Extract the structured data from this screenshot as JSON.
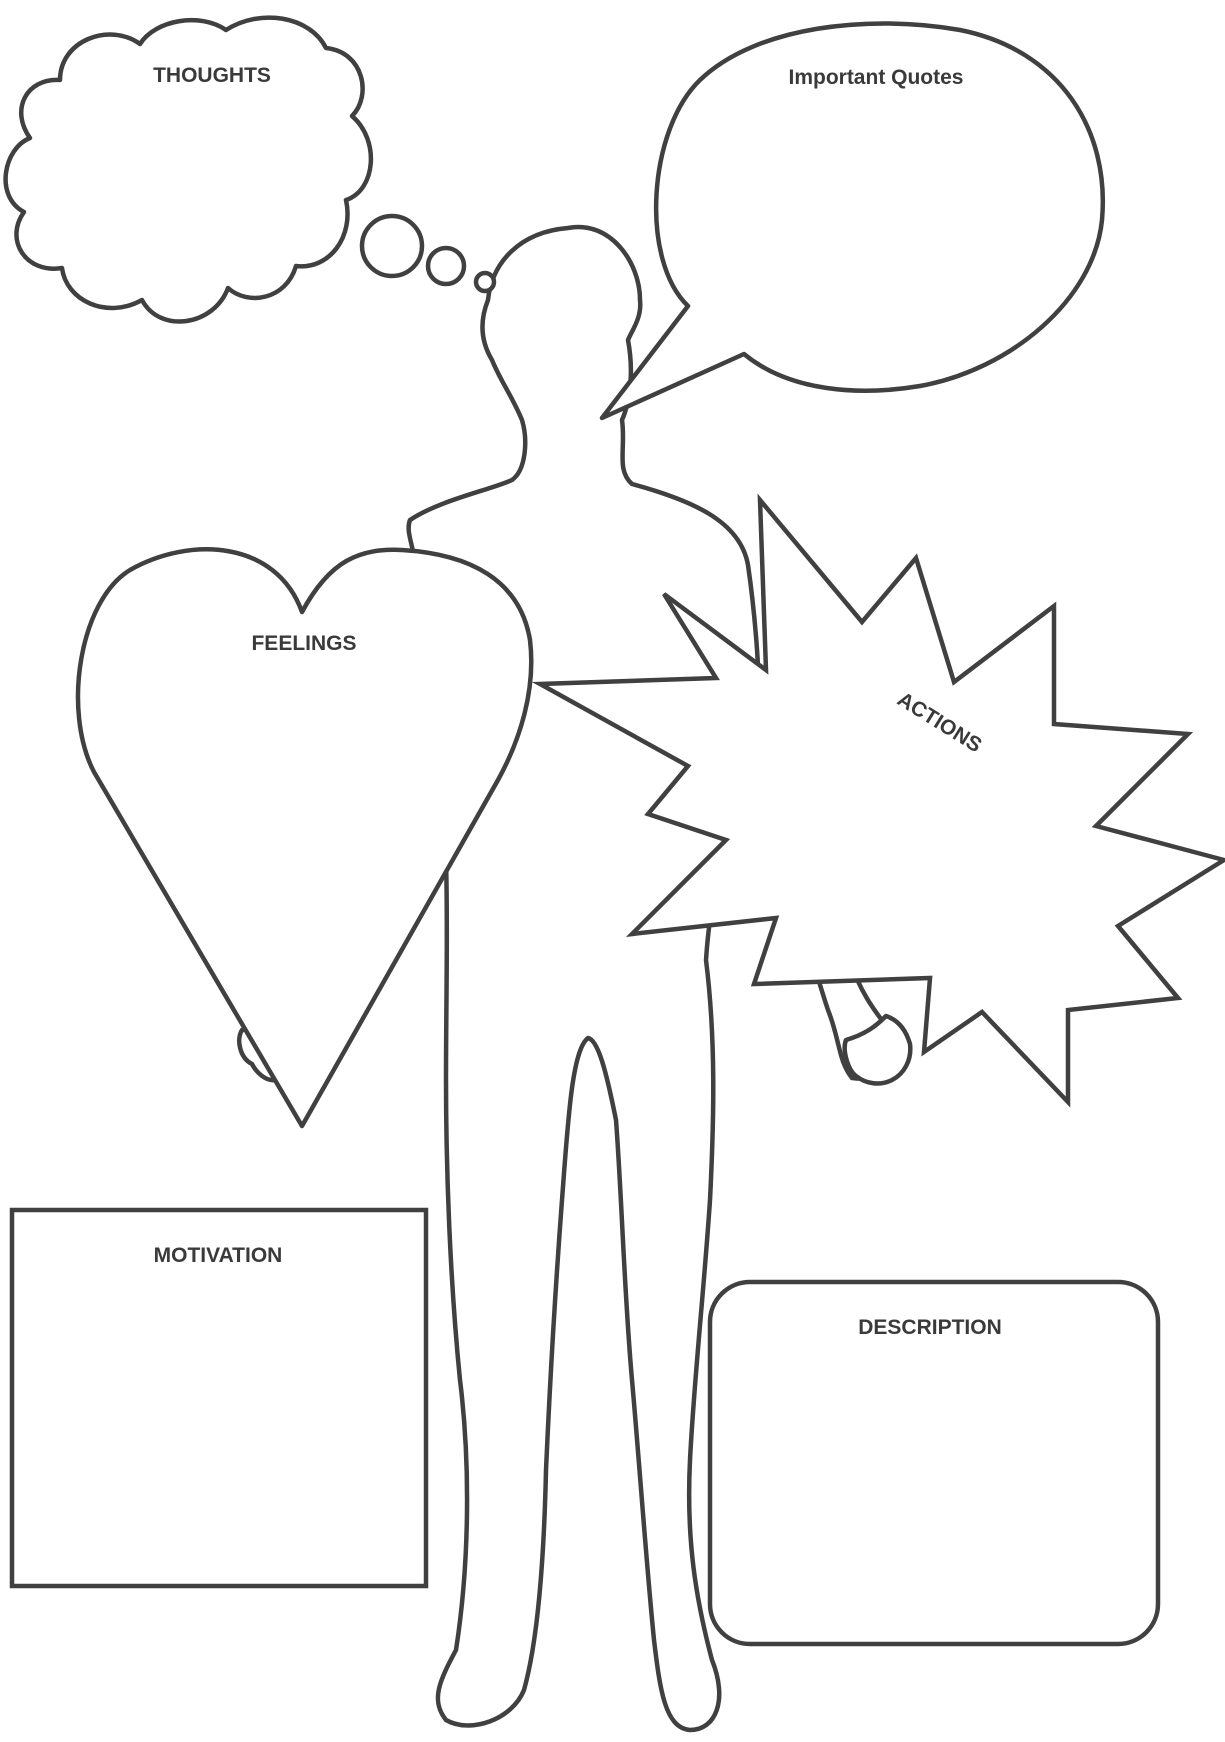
{
  "worksheet": {
    "labels": {
      "thoughts": "THOUGHTS",
      "quotes": "Important Quotes",
      "feelings": "FEELINGS",
      "actions": "ACTIONS",
      "motivation": "MOTIVATION",
      "description": "DESCRIPTION"
    }
  }
}
